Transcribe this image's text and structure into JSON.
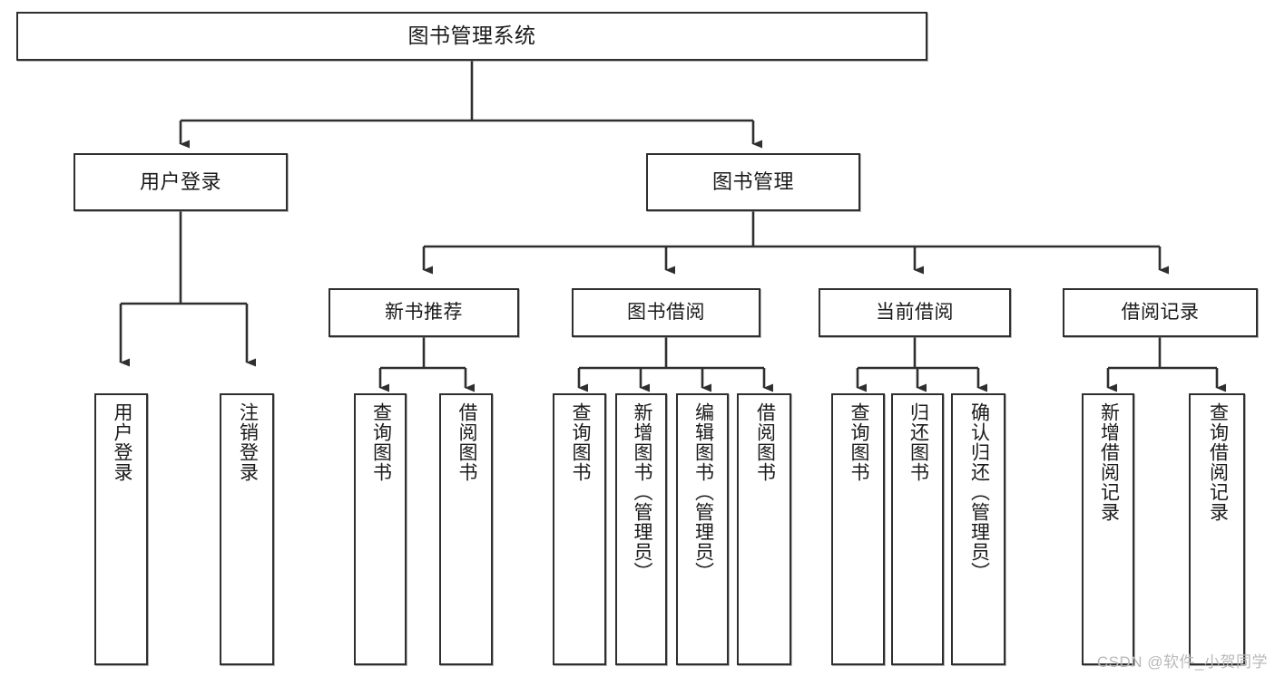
{
  "diagram": {
    "type": "tree-hierarchy",
    "title": "图书管理系统",
    "watermark": "CSDN @软件_小贺同学",
    "colors": {
      "background": "#ffffff",
      "box_border": "#2f2f2f",
      "box_fill": "#ffffff",
      "connector": "#2f2f2f",
      "text": "#1a1a1a",
      "watermark": "#b9b9b9"
    },
    "root": {
      "label": "图书管理系统"
    },
    "level2": [
      {
        "label": "用户登录"
      },
      {
        "label": "图书管理"
      }
    ],
    "level3": [
      {
        "label": "新书推荐"
      },
      {
        "label": "图书借阅"
      },
      {
        "label": "当前借阅"
      },
      {
        "label": "借阅记录"
      }
    ],
    "leaves": {
      "user_login": [
        {
          "label": "用户登录"
        },
        {
          "label": "注销登录"
        }
      ],
      "new_book_recommend": [
        {
          "label": "查询图书"
        },
        {
          "label": "借阅图书"
        }
      ],
      "book_borrow": [
        {
          "label": "查询图书"
        },
        {
          "label": "新增图书（管理员）"
        },
        {
          "label": "编辑图书（管理员）"
        },
        {
          "label": "借阅图书"
        }
      ],
      "current_borrow": [
        {
          "label": "查询图书"
        },
        {
          "label": "归还图书"
        },
        {
          "label": "确认归还（管理员）"
        }
      ],
      "borrow_record": [
        {
          "label": "新增借阅记录"
        },
        {
          "label": "查询借阅记录"
        }
      ]
    }
  }
}
